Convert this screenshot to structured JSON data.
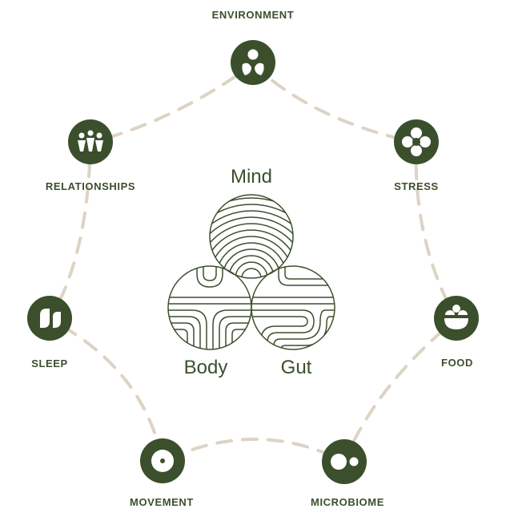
{
  "center": {
    "mind": "Mind",
    "body": "Body",
    "gut": "Gut"
  },
  "nodes": [
    {
      "label": "ENVIRONMENT",
      "icon": "flower-plant-icon"
    },
    {
      "label": "STRESS",
      "icon": "flower-petals-icon"
    },
    {
      "label": "FOOD",
      "icon": "bowl-icon"
    },
    {
      "label": "MICROBIOME",
      "icon": "microbe-dots-icon"
    },
    {
      "label": "MOVEMENT",
      "icon": "pinwheel-icon"
    },
    {
      "label": "SLEEP",
      "icon": "leaves-icon"
    },
    {
      "label": "RELATIONSHIPS",
      "icon": "people-group-icon"
    }
  ],
  "colors": {
    "primary": "#3b4f2d",
    "dashed_path": "#ddd3c5",
    "background": "#ffffff"
  }
}
